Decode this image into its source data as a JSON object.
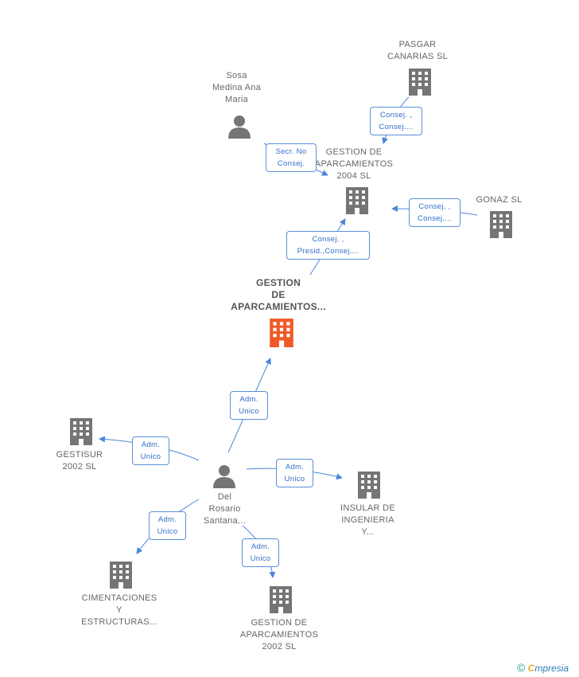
{
  "nodes": {
    "main": {
      "lines": [
        "GESTION",
        "DE",
        "APARCAMIENTOS..."
      ]
    },
    "pasgar": {
      "lines": [
        "PASGAR",
        "CANARIAS SL"
      ]
    },
    "sosa": {
      "lines": [
        "Sosa",
        "Medina Ana",
        "Maria"
      ]
    },
    "gestion2004": {
      "lines": [
        "GESTION DE",
        "APARCAMIENTOS",
        "2004 SL"
      ]
    },
    "gonaz": {
      "lines": [
        "GONAZ SL"
      ]
    },
    "gestisur": {
      "lines": [
        "GESTISUR",
        "2002 SL"
      ]
    },
    "delrosario": {
      "lines": [
        "Del",
        "Rosario",
        "Santana..."
      ]
    },
    "insular": {
      "lines": [
        "INSULAR DE",
        "INGENIERIA",
        "Y..."
      ]
    },
    "cimentaciones": {
      "lines": [
        "CIMENTACIONES",
        "Y",
        "ESTRUCTURAS..."
      ]
    },
    "gestion2002": {
      "lines": [
        "GESTION DE",
        "APARCAMIENTOS",
        "2002 SL"
      ]
    }
  },
  "edges": {
    "pasgar_2004": {
      "lines": [
        "Consej. ,",
        "Consej...."
      ]
    },
    "sosa_2004": {
      "lines": [
        "Secr. No",
        "Consej."
      ]
    },
    "gonaz_2004": {
      "lines": [
        "Consej. ,",
        "Consej...."
      ]
    },
    "main_2004": {
      "lines": [
        "Consej. ,",
        "Presid.,Consej...."
      ]
    },
    "del_main": {
      "lines": [
        "Adm.",
        "Unico"
      ]
    },
    "del_gestisur": {
      "lines": [
        "Adm.",
        "Unico"
      ]
    },
    "del_insular": {
      "lines": [
        "Adm.",
        "Unico"
      ]
    },
    "del_cimentaciones": {
      "lines": [
        "Adm.",
        "Unico"
      ]
    },
    "del_2002": {
      "lines": [
        "Adm.",
        "Unico"
      ]
    }
  },
  "colors": {
    "company": "#757575",
    "focus": "#f05a28",
    "person": "#757575",
    "edge": "#4a86d8"
  },
  "icons": {
    "company": "building-icon",
    "person": "person-icon"
  },
  "brand": {
    "copyright": "©",
    "e": "C",
    "rest": "mpresia"
  }
}
